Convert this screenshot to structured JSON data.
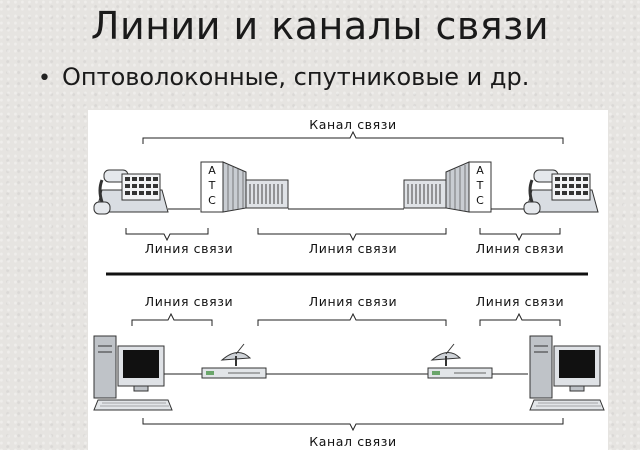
{
  "slide": {
    "title": "Линии и каналы связи",
    "bullet": "Оптоволоконные, спутниковые и др."
  },
  "diagram": {
    "top": {
      "channel_label": "Канал связи",
      "line_labels": [
        "Линия связи",
        "Линия связи",
        "Линия связи"
      ],
      "exchange_letters": [
        "А",
        "Т",
        "С"
      ]
    },
    "bottom": {
      "line_labels": [
        "Линия связи",
        "Линия связи",
        "Линия связи"
      ],
      "channel_label": "Канал связи"
    }
  }
}
